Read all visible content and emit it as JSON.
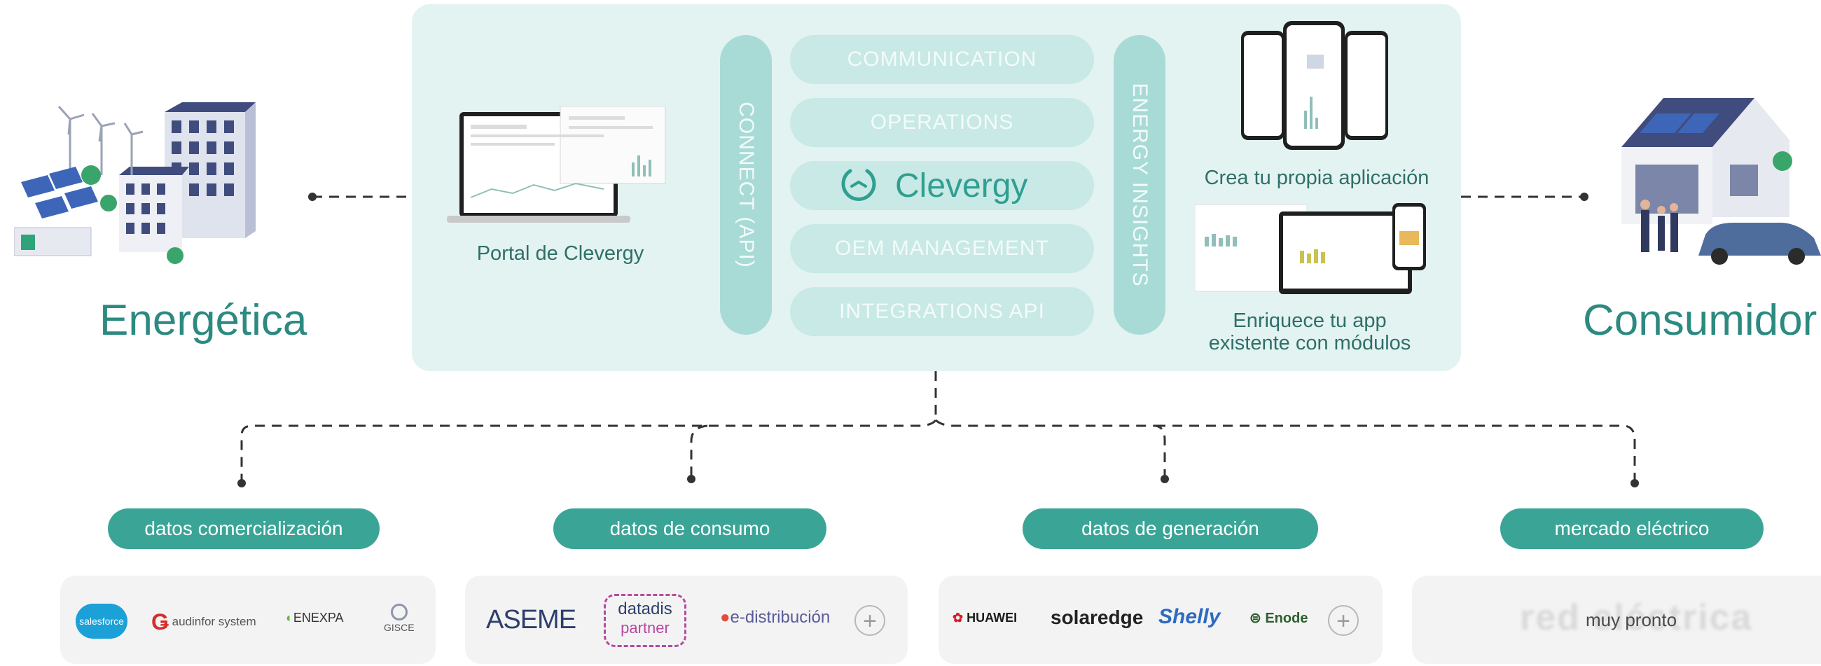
{
  "left": {
    "title": "Energética"
  },
  "right": {
    "title": "Consumidor"
  },
  "platform": {
    "portal_caption": "Portal de Clevergy",
    "connect_label": "CONNECT (API)",
    "insights_label": "ENERGY INSIGHTS",
    "modules": [
      "COMMUNICATION",
      "OPERATIONS",
      "OEM MANAGEMENT",
      "INTEGRATIONS API"
    ],
    "brand": "Clevergy",
    "create_app_caption": "Crea tu propia aplicación",
    "enrich_caption": "Enriquece tu app existente con módulos"
  },
  "categories": [
    {
      "label": "datos comercialización",
      "logos": [
        "salesforce",
        "audinfor system",
        "ENEXPA",
        "GISCE"
      ]
    },
    {
      "label": "datos de consumo",
      "logos": [
        "ASEME",
        "datadis",
        "partner",
        "e-distribución"
      ]
    },
    {
      "label": "datos de generación",
      "logos": [
        "HUAWEI",
        "solaredge",
        "Shelly",
        "Enode"
      ]
    },
    {
      "label": "mercado eléctrico",
      "logos": [
        "red eléctrica"
      ],
      "status": "muy pronto"
    }
  ],
  "colors": {
    "accent": "#3aa597",
    "title": "#2c8a80",
    "panel": "#e3f3f1"
  }
}
